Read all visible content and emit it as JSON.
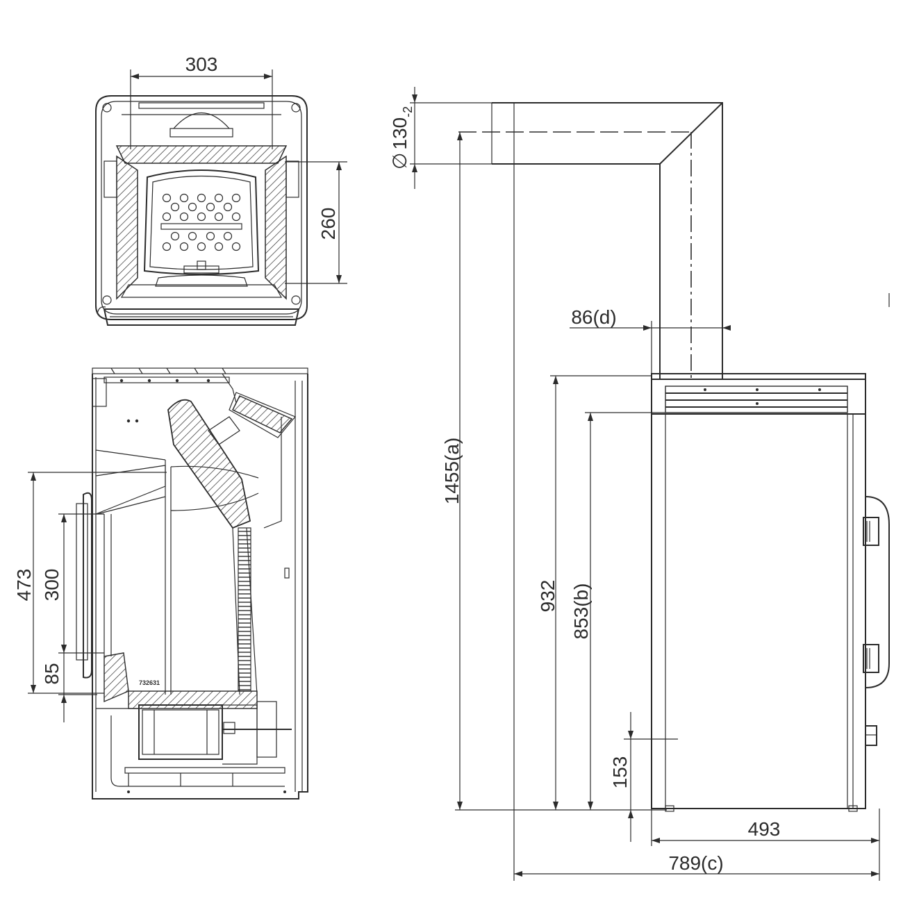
{
  "dimensions": {
    "top_width": "303",
    "top_depth": "260",
    "flue_diameter_symbol": "∅",
    "flue_diameter": "130",
    "flue_diameter_sub": "-2",
    "total_height": "1455(a)",
    "stove_height": "932",
    "outlet_height": "853(b)",
    "outlet_offset": "86(d)",
    "base_height": "153",
    "stove_depth": "493",
    "total_depth": "789(c)",
    "door_height": "473",
    "glass_height": "300",
    "hearth_height": "85"
  },
  "labels": {
    "part_number": "732631"
  }
}
